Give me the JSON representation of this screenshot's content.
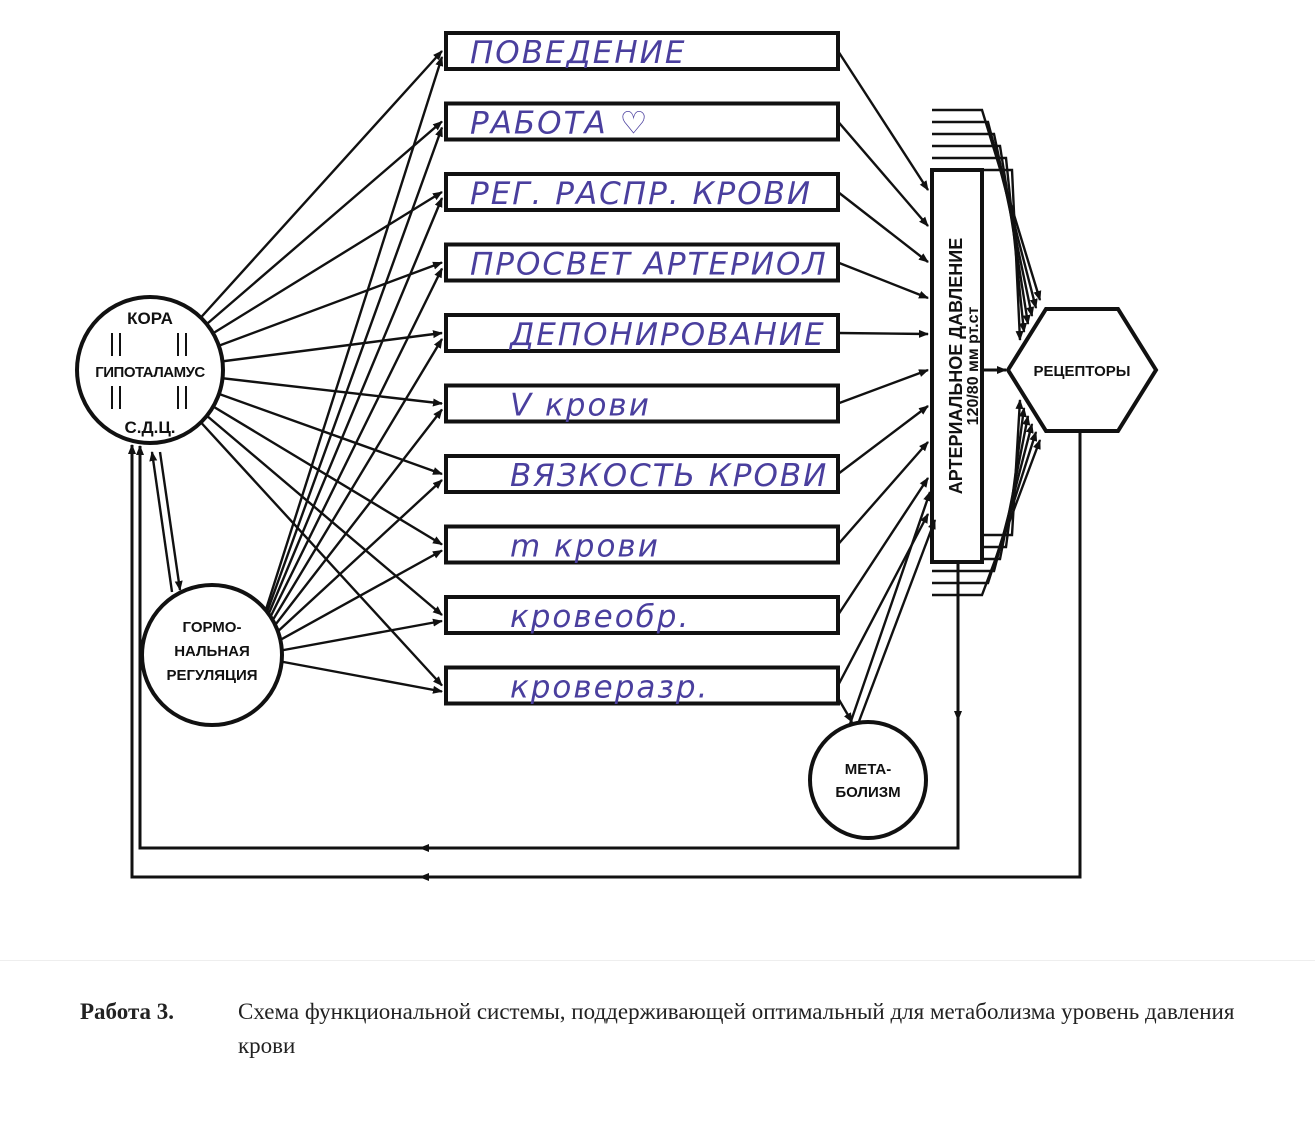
{
  "diagram": {
    "left_node": {
      "line1": "КОРА",
      "line2": "ГИПОТАЛАМУС",
      "line3": "С.Д.Ц."
    },
    "hormonal_node": {
      "line1": "ГОРМО-",
      "line2": "НАЛЬНАЯ",
      "line3": "РЕГУЛЯЦИЯ"
    },
    "metabolism_node": {
      "line1": "МЕТА-",
      "line2": "БОЛИЗМ"
    },
    "receptors_node": {
      "label": "РЕЦЕПТОРЫ"
    },
    "pressure_bar": {
      "line1": "АРТЕРИАЛЬНОЕ ДАВЛЕНИЕ",
      "line2": "120/80 мм рт.ст"
    },
    "boxes": [
      {
        "label": "ПОВЕДЕНИЕ"
      },
      {
        "label": "РАБОТА ♡"
      },
      {
        "label": "РЕГ. РАСПР. КРОВИ"
      },
      {
        "label": "ПРОСВЕТ АРТЕРИОЛ"
      },
      {
        "label": "ДЕПОНИРОВАНИЕ"
      },
      {
        "label": "V крови"
      },
      {
        "label": "ВЯЗКОСТЬ КРОВИ"
      },
      {
        "label": "m крови"
      },
      {
        "label": "кровеобр."
      },
      {
        "label": "кроверазр."
      }
    ]
  },
  "caption": {
    "number": "Работа 3.",
    "text": "Схема функциональной системы, поддерживающей оптимальный для метаболизма уровень давления крови"
  }
}
